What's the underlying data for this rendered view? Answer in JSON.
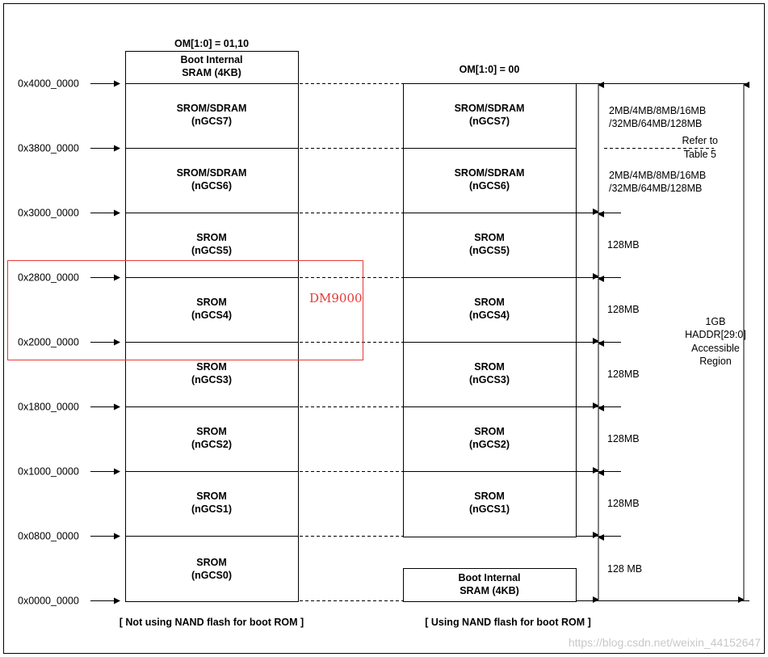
{
  "left_title": "OM[1:0] = 01,10",
  "right_title": "OM[1:0] = 00",
  "left_caption": "[ Not using NAND flash for boot ROM ]",
  "right_caption": "[ Using NAND flash for boot ROM ]",
  "addresses": [
    "0x4000_0000",
    "0x3800_0000",
    "0x3000_0000",
    "0x2800_0000",
    "0x2000_0000",
    "0x1800_0000",
    "0x1000_0000",
    "0x0800_0000",
    "0x0000_0000"
  ],
  "left_blocks": [
    {
      "line1": "Boot Internal",
      "line2": "SRAM (4KB)"
    },
    {
      "line1": "SROM/SDRAM",
      "line2": "(nGCS7)"
    },
    {
      "line1": "SROM/SDRAM",
      "line2": "(nGCS6)"
    },
    {
      "line1": "SROM",
      "line2": "(nGCS5)"
    },
    {
      "line1": "SROM",
      "line2": "(nGCS4)"
    },
    {
      "line1": "SROM",
      "line2": "(nGCS3)"
    },
    {
      "line1": "SROM",
      "line2": "(nGCS2)"
    },
    {
      "line1": "SROM",
      "line2": "(nGCS1)"
    },
    {
      "line1": "SROM",
      "line2": "(nGCS0)"
    }
  ],
  "right_blocks": [
    {
      "line1": "SROM/SDRAM",
      "line2": "(nGCS7)"
    },
    {
      "line1": "SROM/SDRAM",
      "line2": "(nGCS6)"
    },
    {
      "line1": "SROM",
      "line2": "(nGCS5)"
    },
    {
      "line1": "SROM",
      "line2": "(nGCS4)"
    },
    {
      "line1": "SROM",
      "line2": "(nGCS3)"
    },
    {
      "line1": "SROM",
      "line2": "(nGCS2)"
    },
    {
      "line1": "SROM",
      "line2": "(nGCS1)"
    },
    {
      "line1": "Boot Internal",
      "line2": "SRAM (4KB)"
    }
  ],
  "sizes": {
    "top_a1": "2MB/4MB/8MB/16MB",
    "top_a2": "/32MB/64MB/128MB",
    "refer1": "Refer to",
    "refer2": "Table 5",
    "top_b1": "2MB/4MB/8MB/16MB",
    "top_b2": "/32MB/64MB/128MB",
    "bank": [
      "128MB",
      "128MB",
      "128MB",
      "128MB",
      "128MB",
      "128 MB"
    ]
  },
  "total": {
    "line1": "1GB",
    "line2": "HADDR[29:0]",
    "line3": "Accessible",
    "line4": "Region"
  },
  "annotation": "DM9000",
  "watermark": "https://blog.csdn.net/weixin_44152647",
  "colors": {
    "line": "#000000",
    "annotation": "#e53935",
    "watermark": "#c8c8c8"
  }
}
